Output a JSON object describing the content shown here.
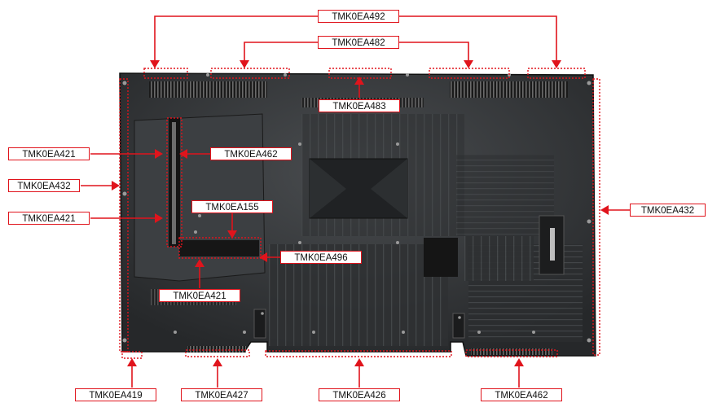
{
  "diagram": {
    "part_labels": [
      "TMK0EA492",
      "TMK0EA482",
      "TMK0EA483",
      "TMK0EA421",
      "TMK0EA462",
      "TMK0EA432",
      "TMK0EA421",
      "TMK0EA155",
      "TMK0EA496",
      "TMK0EA421",
      "TMK0EA432",
      "TMK0EA419",
      "TMK0EA427",
      "TMK0EA426",
      "TMK0EA462"
    ],
    "colors": {
      "callout": "#e0141c",
      "cabinet": "#2f3133",
      "cabinet_dark": "#1b1c1d",
      "background": "#ffffff"
    }
  }
}
